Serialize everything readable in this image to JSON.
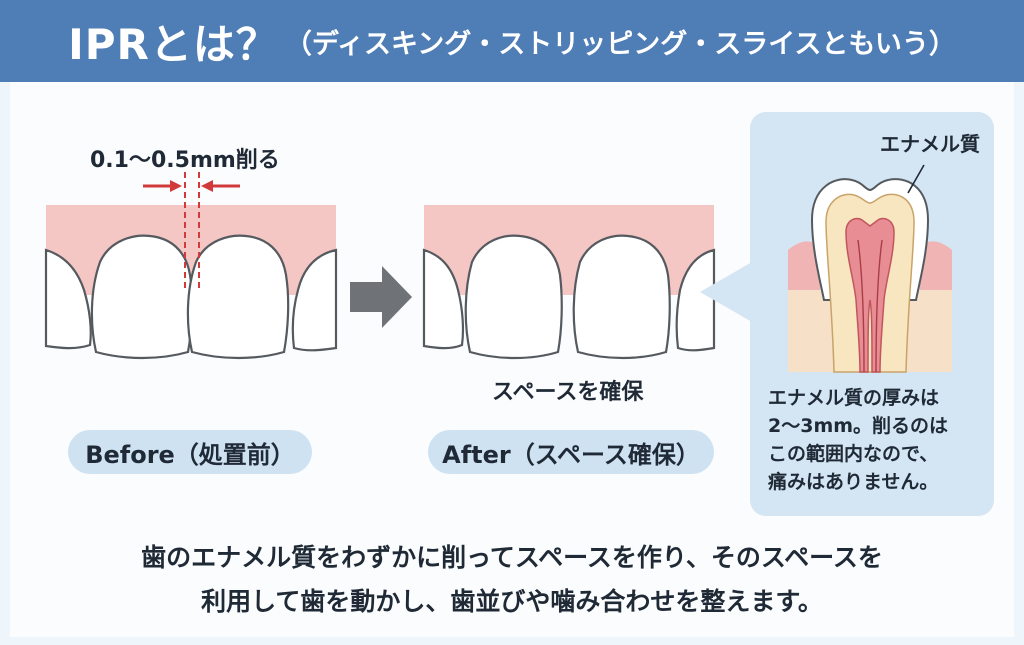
{
  "header": {
    "title_main": "IPRとは？",
    "title_sub": "（ディスキング・ストリッピング・スライスともいう）"
  },
  "before": {
    "cut_label": "0.1〜0.5mm削る",
    "pill_label": "Before（処置前）"
  },
  "after": {
    "space_label": "スペースを確保",
    "pill_label": "After（スペース確保）"
  },
  "tooth_detail": {
    "enamel_label": "エナメル質",
    "note_lines": [
      "エナメル質の厚みは",
      "2〜3mm。削るのは",
      "この範囲内なので、",
      "痛みはありません。"
    ]
  },
  "description": {
    "lines": [
      "歯のエナメル質をわずかに削ってスペースを作り、そのスペースを",
      "利用して歯を動かし、歯並びや噛み合わせを整えます。"
    ]
  },
  "colors": {
    "header_bg": "#4f7db5",
    "gum": "#f4c6c4",
    "arrow_red": "#d23a3a",
    "pill_bg": "#cfe2f2",
    "bubble_bg": "#d4e5f3",
    "step_arrow": "#6f7377"
  }
}
